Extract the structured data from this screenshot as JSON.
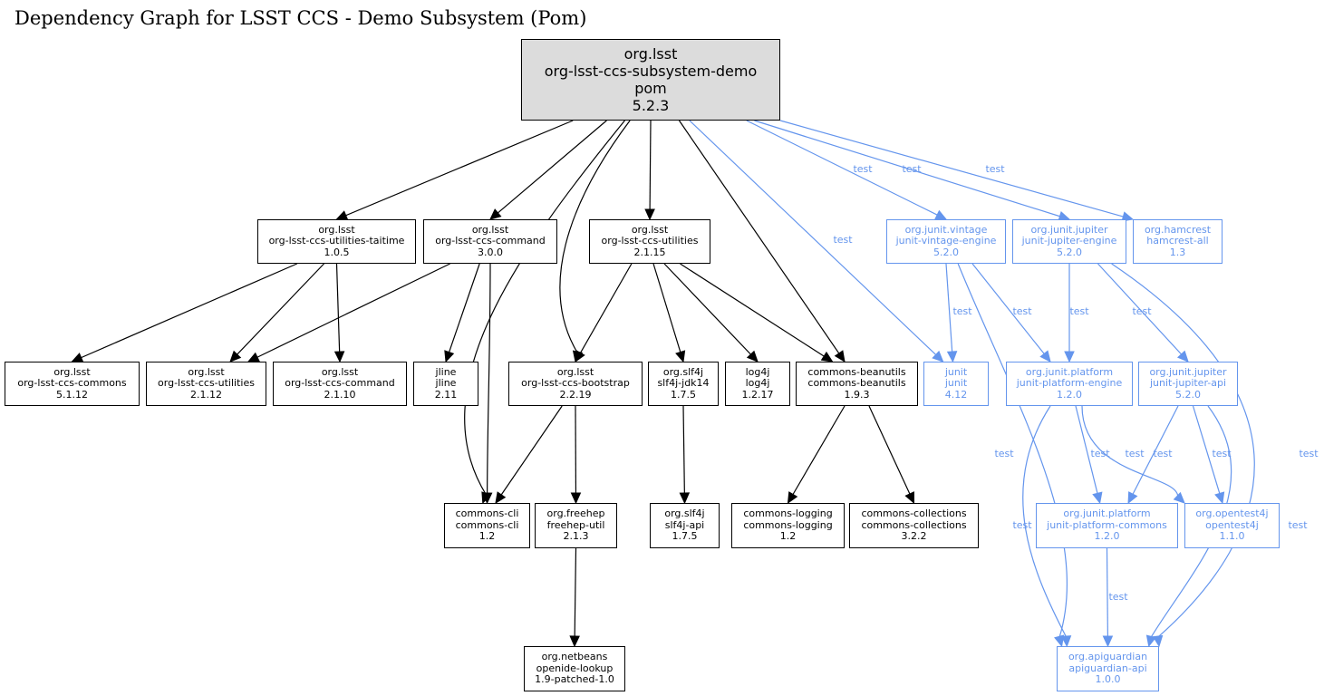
{
  "title": "Dependency Graph for LSST CCS - Demo Subsystem (Pom)",
  "colors": {
    "compile": "#000000",
    "test": "#6495ed",
    "root_fill": "#dcdcdc"
  },
  "nodes": [
    {
      "id": "root",
      "group": "org.lsst",
      "artifact": "org-lsst-ccs-subsystem-demo",
      "type": "pom",
      "version": "5.2.3",
      "scope": "root"
    },
    {
      "id": "taitime",
      "group": "org.lsst",
      "artifact": "org-lsst-ccs-utilities-taitime",
      "version": "1.0.5",
      "scope": "compile"
    },
    {
      "id": "command300",
      "group": "org.lsst",
      "artifact": "org-lsst-ccs-command",
      "version": "3.0.0",
      "scope": "compile"
    },
    {
      "id": "utilities2115",
      "group": "org.lsst",
      "artifact": "org-lsst-ccs-utilities",
      "version": "2.1.15",
      "scope": "compile"
    },
    {
      "id": "vintage",
      "group": "org.junit.vintage",
      "artifact": "junit-vintage-engine",
      "version": "5.2.0",
      "scope": "test"
    },
    {
      "id": "jupiterengine",
      "group": "org.junit.jupiter",
      "artifact": "junit-jupiter-engine",
      "version": "5.2.0",
      "scope": "test"
    },
    {
      "id": "hamcrest",
      "group": "org.hamcrest",
      "artifact": "hamcrest-all",
      "version": "1.3",
      "scope": "test"
    },
    {
      "id": "commons",
      "group": "org.lsst",
      "artifact": "org-lsst-ccs-commons",
      "version": "5.1.12",
      "scope": "compile"
    },
    {
      "id": "utilities2112",
      "group": "org.lsst",
      "artifact": "org-lsst-ccs-utilities",
      "version": "2.1.12",
      "scope": "compile"
    },
    {
      "id": "command2110",
      "group": "org.lsst",
      "artifact": "org-lsst-ccs-command",
      "version": "2.1.10",
      "scope": "compile"
    },
    {
      "id": "jline",
      "group": "jline",
      "artifact": "jline",
      "version": "2.11",
      "scope": "compile"
    },
    {
      "id": "bootstrap",
      "group": "org.lsst",
      "artifact": "org-lsst-ccs-bootstrap",
      "version": "2.2.19",
      "scope": "compile"
    },
    {
      "id": "jdk14",
      "group": "org.slf4j",
      "artifact": "slf4j-jdk14",
      "version": "1.7.5",
      "scope": "compile"
    },
    {
      "id": "log4j",
      "group": "log4j",
      "artifact": "log4j",
      "version": "1.2.17",
      "scope": "compile"
    },
    {
      "id": "beanutils",
      "group": "commons-beanutils",
      "artifact": "commons-beanutils",
      "version": "1.9.3",
      "scope": "compile"
    },
    {
      "id": "junit",
      "group": "junit",
      "artifact": "junit",
      "version": "4.12",
      "scope": "test"
    },
    {
      "id": "platformengine",
      "group": "org.junit.platform",
      "artifact": "junit-platform-engine",
      "version": "1.2.0",
      "scope": "test"
    },
    {
      "id": "jupiterapi",
      "group": "org.junit.jupiter",
      "artifact": "junit-jupiter-api",
      "version": "5.2.0",
      "scope": "test"
    },
    {
      "id": "cli",
      "group": "commons-cli",
      "artifact": "commons-cli",
      "version": "1.2",
      "scope": "compile"
    },
    {
      "id": "freehep",
      "group": "org.freehep",
      "artifact": "freehep-util",
      "version": "2.1.3",
      "scope": "compile"
    },
    {
      "id": "slf4japi",
      "group": "org.slf4j",
      "artifact": "slf4j-api",
      "version": "1.7.5",
      "scope": "compile"
    },
    {
      "id": "logging",
      "group": "commons-logging",
      "artifact": "commons-logging",
      "version": "1.2",
      "scope": "compile"
    },
    {
      "id": "collections",
      "group": "commons-collections",
      "artifact": "commons-collections",
      "version": "3.2.2",
      "scope": "compile"
    },
    {
      "id": "platformcommons",
      "group": "org.junit.platform",
      "artifact": "junit-platform-commons",
      "version": "1.2.0",
      "scope": "test"
    },
    {
      "id": "opentest4j",
      "group": "org.opentest4j",
      "artifact": "opentest4j",
      "version": "1.1.0",
      "scope": "test"
    },
    {
      "id": "openide",
      "group": "org.netbeans",
      "artifact": "openide-lookup",
      "version": "1.9-patched-1.0",
      "scope": "compile"
    },
    {
      "id": "apiguardian",
      "group": "org.apiguardian",
      "artifact": "apiguardian-api",
      "version": "1.0.0",
      "scope": "test"
    }
  ],
  "edges": [
    {
      "from": "root",
      "to": "taitime",
      "label": ""
    },
    {
      "from": "root",
      "to": "command300",
      "label": ""
    },
    {
      "from": "root",
      "to": "cli",
      "label": ""
    },
    {
      "from": "root",
      "to": "bootstrap",
      "label": ""
    },
    {
      "from": "root",
      "to": "utilities2115",
      "label": ""
    },
    {
      "from": "root",
      "to": "beanutils",
      "label": ""
    },
    {
      "from": "root",
      "to": "junit",
      "label": "test"
    },
    {
      "from": "root",
      "to": "vintage",
      "label": "test"
    },
    {
      "from": "root",
      "to": "jupiterengine",
      "label": "test"
    },
    {
      "from": "root",
      "to": "hamcrest",
      "label": "test"
    },
    {
      "from": "taitime",
      "to": "commons",
      "label": ""
    },
    {
      "from": "taitime",
      "to": "utilities2112",
      "label": ""
    },
    {
      "from": "taitime",
      "to": "command2110",
      "label": ""
    },
    {
      "from": "command300",
      "to": "utilities2112",
      "label": ""
    },
    {
      "from": "command300",
      "to": "jline",
      "label": ""
    },
    {
      "from": "command300",
      "to": "cli",
      "label": ""
    },
    {
      "from": "utilities2115",
      "to": "bootstrap",
      "label": ""
    },
    {
      "from": "utilities2115",
      "to": "jdk14",
      "label": ""
    },
    {
      "from": "utilities2115",
      "to": "log4j",
      "label": ""
    },
    {
      "from": "utilities2115",
      "to": "beanutils",
      "label": ""
    },
    {
      "from": "bootstrap",
      "to": "cli",
      "label": ""
    },
    {
      "from": "bootstrap",
      "to": "freehep",
      "label": ""
    },
    {
      "from": "jdk14",
      "to": "slf4japi",
      "label": ""
    },
    {
      "from": "beanutils",
      "to": "logging",
      "label": ""
    },
    {
      "from": "beanutils",
      "to": "collections",
      "label": ""
    },
    {
      "from": "freehep",
      "to": "openide",
      "label": ""
    },
    {
      "from": "vintage",
      "to": "junit",
      "label": "test"
    },
    {
      "from": "vintage",
      "to": "platformengine",
      "label": "test"
    },
    {
      "from": "vintage",
      "to": "apiguardian",
      "label": "test"
    },
    {
      "from": "jupiterengine",
      "to": "platformengine",
      "label": "test"
    },
    {
      "from": "jupiterengine",
      "to": "jupiterapi",
      "label": "test"
    },
    {
      "from": "jupiterengine",
      "to": "apiguardian",
      "label": "test"
    },
    {
      "from": "platformengine",
      "to": "platformcommons",
      "label": "test"
    },
    {
      "from": "platformengine",
      "to": "opentest4j",
      "label": "test"
    },
    {
      "from": "platformengine",
      "to": "apiguardian",
      "label": "test"
    },
    {
      "from": "jupiterapi",
      "to": "platformcommons",
      "label": "test"
    },
    {
      "from": "jupiterapi",
      "to": "opentest4j",
      "label": "test"
    },
    {
      "from": "jupiterapi",
      "to": "apiguardian",
      "label": "test"
    },
    {
      "from": "platformcommons",
      "to": "apiguardian",
      "label": "test"
    }
  ]
}
